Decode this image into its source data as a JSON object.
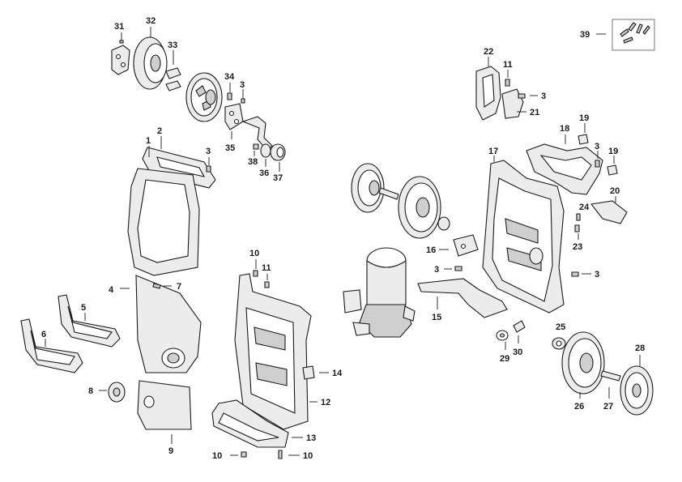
{
  "callouts": [
    "1",
    "2",
    "3",
    "4",
    "5",
    "6",
    "7",
    "8",
    "9",
    "10",
    "11",
    "12",
    "13",
    "14",
    "15",
    "16",
    "17",
    "18",
    "19",
    "20",
    "21",
    "22",
    "23",
    "24",
    "25",
    "26",
    "27",
    "28",
    "29",
    "30",
    "31",
    "32",
    "33",
    "34",
    "35",
    "36",
    "37",
    "38",
    "39"
  ],
  "labels": {
    "c31": "31",
    "c32": "32",
    "c33": "33",
    "c34": "34",
    "c3a": "3",
    "c35": "35",
    "c38": "38",
    "c36": "36",
    "c37": "37",
    "c2": "2",
    "c1": "1",
    "c3b": "3",
    "c4": "4",
    "c7": "7",
    "c5": "5",
    "c6": "6",
    "c8": "8",
    "c9": "9",
    "c10a": "10",
    "c11a": "11",
    "c14": "14",
    "c12": "12",
    "c13": "13",
    "c10b": "10",
    "c10c": "10",
    "c22": "22",
    "c11b": "11",
    "c3c": "3",
    "c21": "21",
    "c18": "18",
    "c19a": "19",
    "c3d": "3",
    "c19b": "19",
    "c17": "17",
    "c24": "24",
    "c20": "20",
    "c23": "23",
    "c16": "16",
    "c3e": "3",
    "c3f": "3",
    "c15": "15",
    "c29": "29",
    "c30": "30",
    "c25": "25",
    "c28": "28",
    "c26": "26",
    "c27": "27",
    "c39": "39"
  }
}
